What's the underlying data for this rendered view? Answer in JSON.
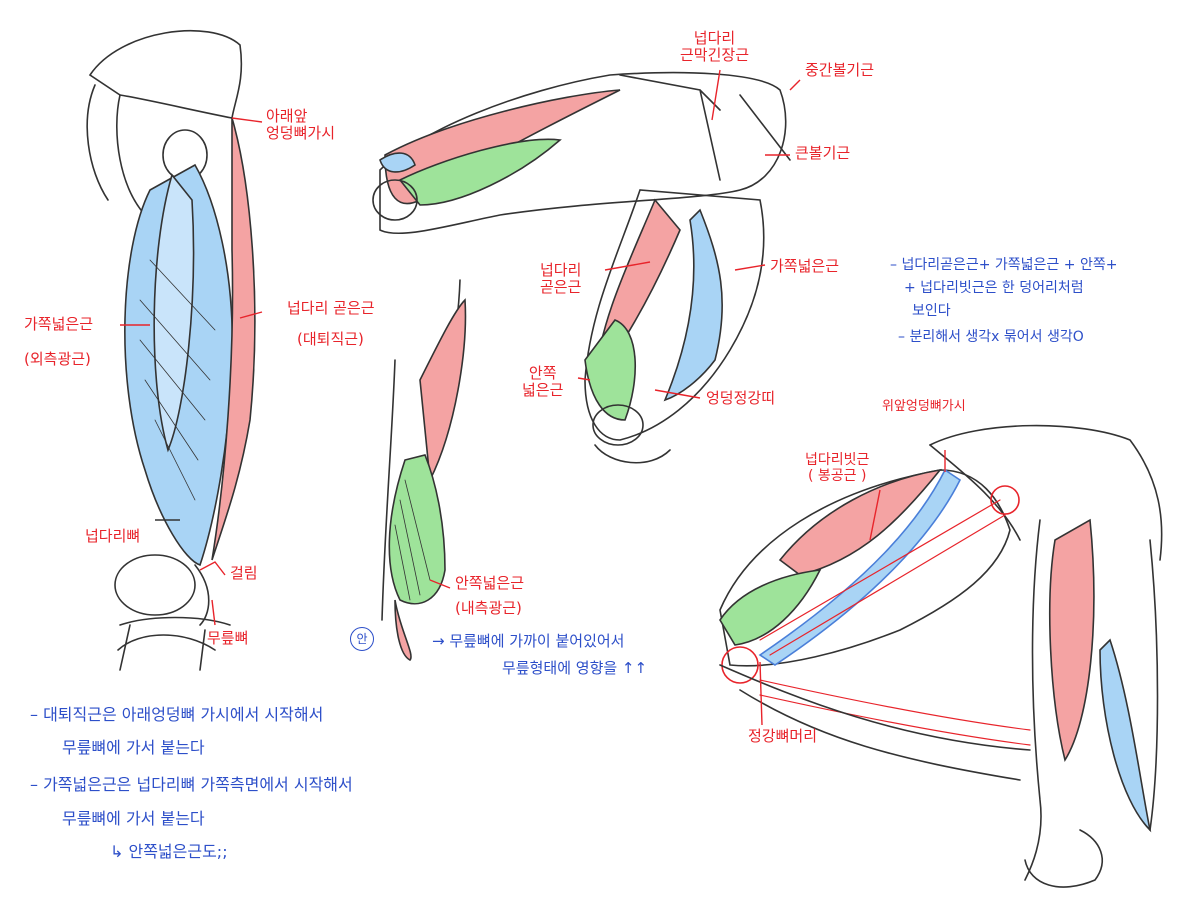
{
  "colors": {
    "red_label": "#e8242b",
    "blue_label": "#2d4fc9",
    "muscle_blue": "#a9d4f5",
    "muscle_red": "#f4a3a3",
    "muscle_green": "#9ee39a",
    "sketch_line": "#333333"
  },
  "fig1": {
    "lower_hip_spine": [
      "아래앞",
      "엉덩뼈가시"
    ],
    "vastus_lateralis": [
      "가쪽넓은근",
      "(외측광근)"
    ],
    "tensor_fascia": [
      "넙다리 곧은근",
      "(대퇴직근)"
    ],
    "femur": "넙다리뼈",
    "notch": "걸림",
    "patella": "무릎뼈"
  },
  "fig2": {
    "intermediate": [
      "넙다리",
      "근막긴장근"
    ],
    "intermediate_gluteal": "중간볼기근",
    "gluteus_maximus": "큰볼기근",
    "rectus": [
      "넙다리",
      "곧은근"
    ],
    "vastus_lateralis": "가쪽넓은근",
    "vastus_medialis": [
      "안쪽",
      "넓은근"
    ],
    "iliotibial": "엉덩정강띠"
  },
  "fig3": {
    "vastus_medialis": [
      "안쪽넓은근",
      "(내측광근)"
    ],
    "circle_mark": "안",
    "arrow_note": [
      "→ 무릎뼈에 가까이 붙어있어서",
      "무릎형태에 영향을 ↑↑"
    ]
  },
  "fig4": {
    "upper_hip_spine": "위앞엉덩뼈가시",
    "sartorius": [
      "넙다리빗근",
      "( 봉공근 )"
    ],
    "tibia_head": "정강뼈머리"
  },
  "right_notes": [
    "– 넙다리곧은근+ 가쪽넓은근 + 안쪽+",
    "+ 넙다리빗근은 한 덩어리처럼",
    "보인다",
    "– 분리해서 생각x 묶어서 생각O"
  ],
  "bottom_notes": [
    "– 대퇴직근은 아래엉덩뼈 가시에서 시작해서",
    "무릎뼈에 가서 붙는다",
    "– 가쪽넓은근은 넙다리뼈 가쪽측면에서 시작해서",
    "무릎뼈에 가서 붙는다",
    "↳ 안쪽넓은근도;;"
  ]
}
